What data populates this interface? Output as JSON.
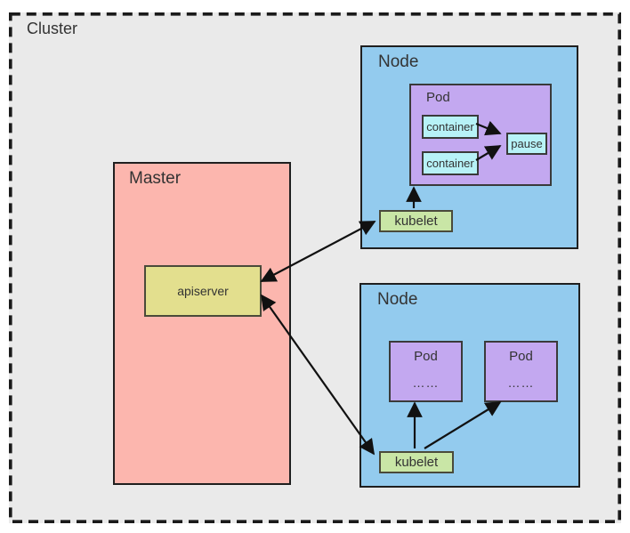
{
  "diagram": {
    "cluster_label": "Cluster",
    "master": {
      "label": "Master",
      "apiserver_label": "apiserver"
    },
    "node_top": {
      "label": "Node",
      "pod": {
        "label": "Pod",
        "containers": [
          "container",
          "container"
        ],
        "pause_label": "pause"
      },
      "kubelet_label": "kubelet"
    },
    "node_bottom": {
      "label": "Node",
      "pods": [
        {
          "label": "Pod",
          "ellipsis": "……"
        },
        {
          "label": "Pod",
          "ellipsis": "……"
        }
      ],
      "kubelet_label": "kubelet"
    },
    "arrows": [
      {
        "from": "apiserver",
        "to": "kubelet-top",
        "heads": "both"
      },
      {
        "from": "apiserver",
        "to": "kubelet-bottom",
        "heads": "both"
      },
      {
        "from": "kubelet-top",
        "to": "pod-top",
        "heads": "end"
      },
      {
        "from": "kubelet-bottom",
        "to": "pod-bottom-left",
        "heads": "end"
      },
      {
        "from": "kubelet-bottom",
        "to": "pod-bottom-right",
        "heads": "end"
      },
      {
        "from": "container-1",
        "to": "pause",
        "heads": "end"
      },
      {
        "from": "container-2",
        "to": "pause",
        "heads": "end"
      }
    ]
  },
  "colors": {
    "cluster-fill": "#EAEAEA",
    "cluster-border": "#1A1A1A",
    "node-fill": "#93CBEE",
    "node-border": "#1F1F1F",
    "pod-fill": "#C3A8F0",
    "pod-border": "#3A3A3A",
    "container-fill": "#B7F2F7",
    "container-border": "#3A3A3A",
    "kubelet-fill": "#C9E6A6",
    "kubelet-border": "#4A4A3A",
    "master-fill": "#FCB6AE",
    "apiserver-fill": "#E3DF8E",
    "apiserver-border": "#4A4A3A",
    "arrow": "#111111",
    "text": "#333333"
  }
}
